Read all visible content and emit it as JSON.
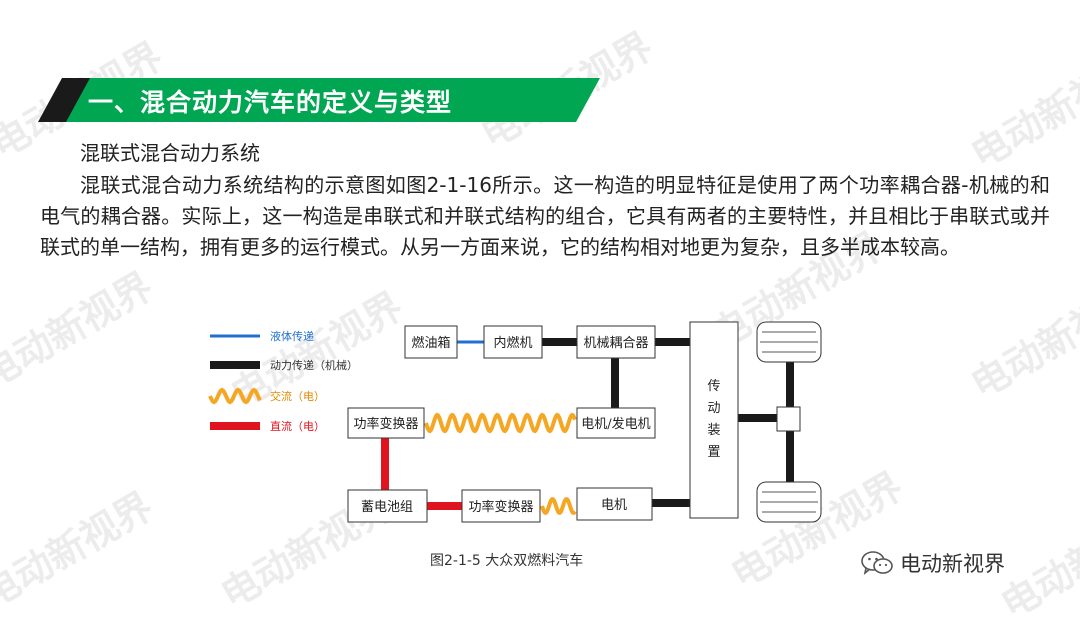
{
  "watermark": "电动新视界",
  "header": {
    "title": "一、混合动力汽车的定义与类型",
    "bar_color": "#00a651",
    "accent_color": "#1a1a1a"
  },
  "body": {
    "subheading": "混联式混合动力系统",
    "paragraph": "混联式混合动力系统结构的示意图如图2-1-16所示。这一构造的明显特征是使用了两个功率耦合器-机械的和电气的耦合器。实际上，这一构造是串联式和并联式结构的组合，它具有两者的主要特性，并且相比于串联式或并联式的单一结构，拥有更多的运行模式。从另一方面来说，它的结构相对地更为复杂，且多半成本较高。"
  },
  "diagram": {
    "legend": [
      {
        "label": "液体传递",
        "color": "#1f6fd1",
        "kind": "line",
        "text_color": "#1f6fd1"
      },
      {
        "label": "动力传递（机械）",
        "color": "#1a1a1a",
        "kind": "line",
        "text_color": "#333333"
      },
      {
        "label": "交流（电）",
        "color": "#f5a623",
        "kind": "wave",
        "text_color": "#e08a00"
      },
      {
        "label": "直流（电）",
        "color": "#e0141e",
        "kind": "line",
        "text_color": "#e0141e"
      }
    ],
    "boxes": {
      "fuel_tank": "燃油箱",
      "engine": "内燃机",
      "mech_coupler": "机械耦合器",
      "power_converter_top": "功率变换器",
      "motor_generator": "电机/发电机",
      "battery": "蓄电池组",
      "power_converter_bottom": "功率变换器",
      "motor": "电机",
      "transmission": "传动装置"
    }
  },
  "caption": "图2-1-5  大众双燃料汽车",
  "brand": {
    "name": "电动新视界",
    "icon": "wechat-icon"
  }
}
